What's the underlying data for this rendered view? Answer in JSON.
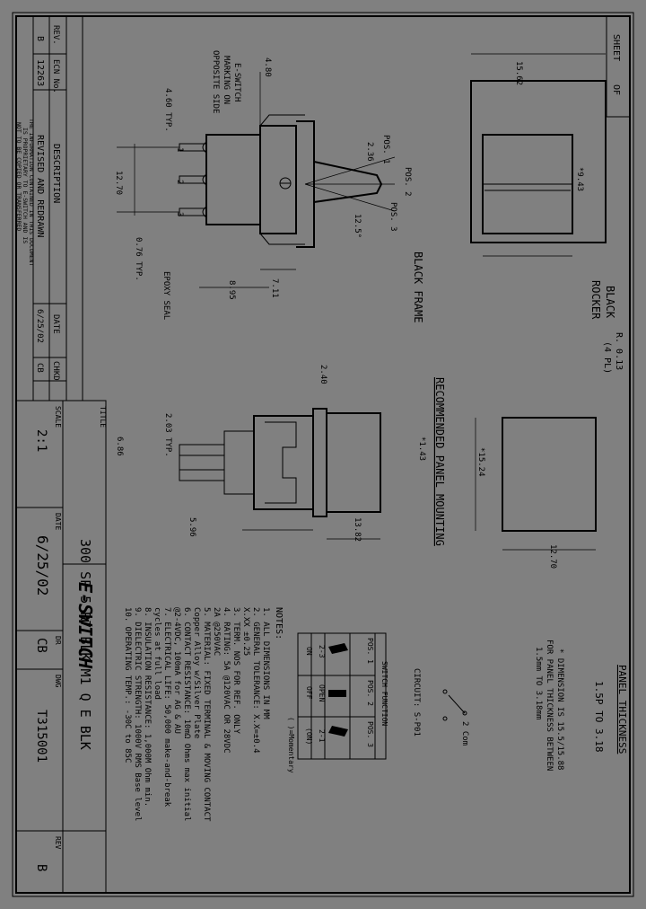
{
  "title_block": {
    "rev_label": "REV.",
    "rev_value": "B",
    "ecn_label": "ECN No.",
    "ecn_value": "12263",
    "description_label": "DESCRIPTION",
    "description_value": "REVISED AND REDRAWN",
    "date_label": "DATE",
    "date_value": "6/25/02",
    "chkd_label": "CHKD",
    "chkd_value": "CB",
    "proprietary_note": [
      "THE INFORMATION CONTAINED IN THIS DOCUMENT",
      "IS PROPRIETARY TO E-SWITCH AND IS",
      "NOT TO BE COPIED OR TRANSFERRED"
    ],
    "title_label": "TITLE",
    "title_value": "300 SP 5 R7 BLK M1 Q E BLK",
    "scale_label": "SCALE",
    "scale_value": "2:1",
    "date2_label": "DATE",
    "date2_value": "6/25/02",
    "dr_label": "DR",
    "dr_value": "CB",
    "dwg_label": "DWG",
    "dwg_value": "T315001",
    "rev2_label": "REV",
    "rev2_value": "B",
    "logo": "E-SWITCH",
    "sheet_label": "SHEET",
    "of_label": "OF"
  },
  "dimensions": {
    "d_4_80_top": "4.80",
    "d_4_60": "4.60 TYP.",
    "d_12_70": "12.70",
    "d_0_76": "0.76 TYP.",
    "d_8_95": "8.95",
    "d_7_11": "7.11",
    "d_2_36": "2.36",
    "d_12_5": "12.5°",
    "d_15_62": "15.62",
    "d_9_43": "*9.43",
    "d_2_40": "2.40",
    "d_2_03": "2.03 TYP.",
    "d_6_86": "6.86",
    "d_1_43": "*1.43",
    "d_5_96": "5.96",
    "d_13_82": "13.82",
    "d_15_24": "*15.24",
    "d_12_70b": "12.70",
    "d_r013": "R. 0.13",
    "d_4pl": "(4 PL)"
  },
  "labels": {
    "marking": [
      "E-SWITCH",
      "MARKING ON",
      "OPPOSITE SIDE"
    ],
    "epoxy": "EPOXY SEAL",
    "pos1": "POS. 1",
    "pos2": "POS. 2",
    "pos3": "POS. 3",
    "pin1": "1",
    "pin2": "2",
    "pin3": "3",
    "black_frame": "BLACK FRAME",
    "black_rocker": [
      "BLACK",
      "ROCKER"
    ],
    "recommended": "RECOMMENDED PANEL MOUNTING",
    "panel_thickness": "PANEL THICKNESS",
    "panel_range": "1.5P TO 3.18",
    "dim_note": [
      "* DIMENSION IS 15.5/15.88",
      "FOR PANEL THICKNESS BETWEEN",
      "1.5mm TO 3.18mm"
    ],
    "circuit": "CIRCUIT: S-P01",
    "com": "2 Com"
  },
  "switch_table": {
    "title": "SWITCH FUNCTION",
    "headers": [
      "POS. 1",
      "POS. 2",
      "POS. 3"
    ],
    "row1": [
      "2-3",
      "OPEN",
      "2-1"
    ],
    "row2": [
      "ON",
      "OFF",
      "(ON)"
    ],
    "momentary": "( )=Momentary"
  },
  "notes": {
    "title": "NOTES:",
    "lines": [
      "1. ALL DIMENSIONS IN MM",
      "2. GENERAL TOLERANCE: X.X=±0.4",
      "                     X.XX ±0.25",
      "3. TERM. NOS FOR REF. ONLY",
      "4. RATING: 5A @120VAC OR 28VDC",
      "   2A @250VAC",
      "5. MATERIAL: FIXED TERMINAL & MOVING CONTACT",
      "   Copper Alloy w/Silver Plate",
      "6. CONTACT RESISTANCE: 10mΩ Ohms max initial",
      "   @2-4VDC, 100mA for AG & AU",
      "7. ELECTRICAL LIFE: 50,000 make-and-break",
      "   cycles at full load",
      "8. INSULATION RESISTANCE: 1,000M Ohm min.",
      "9. DIELECTRIC STRENGTH: 1000V RMS Base level",
      "10. OPERATING TEMP.: -30C to 85C"
    ]
  }
}
